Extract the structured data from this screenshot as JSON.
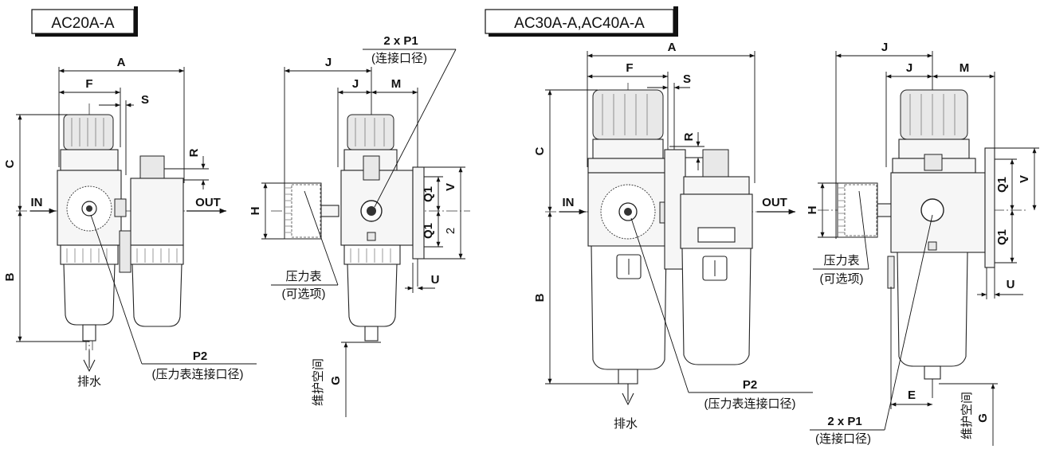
{
  "titles": {
    "small": "AC20A-A",
    "large": "AC30A-A,AC40A-A"
  },
  "dims": {
    "A": "A",
    "F": "F",
    "S": "S",
    "C": "C",
    "B": "B",
    "R": "R",
    "J": "J",
    "M": "M",
    "H": "H",
    "V": "V",
    "Q1": "Q1",
    "U": "U",
    "G": "G",
    "E": "E",
    "two": "2"
  },
  "ports": {
    "in": "IN",
    "out": "OUT",
    "p1": "2 x P1",
    "p1_note": "(连接口径)",
    "p2": "P2",
    "p2_note": "(压力表连接口径)"
  },
  "notes": {
    "drain": "排水",
    "gauge": "压力表",
    "gauge_opt": "(可选项)",
    "maint": "维护空间"
  }
}
